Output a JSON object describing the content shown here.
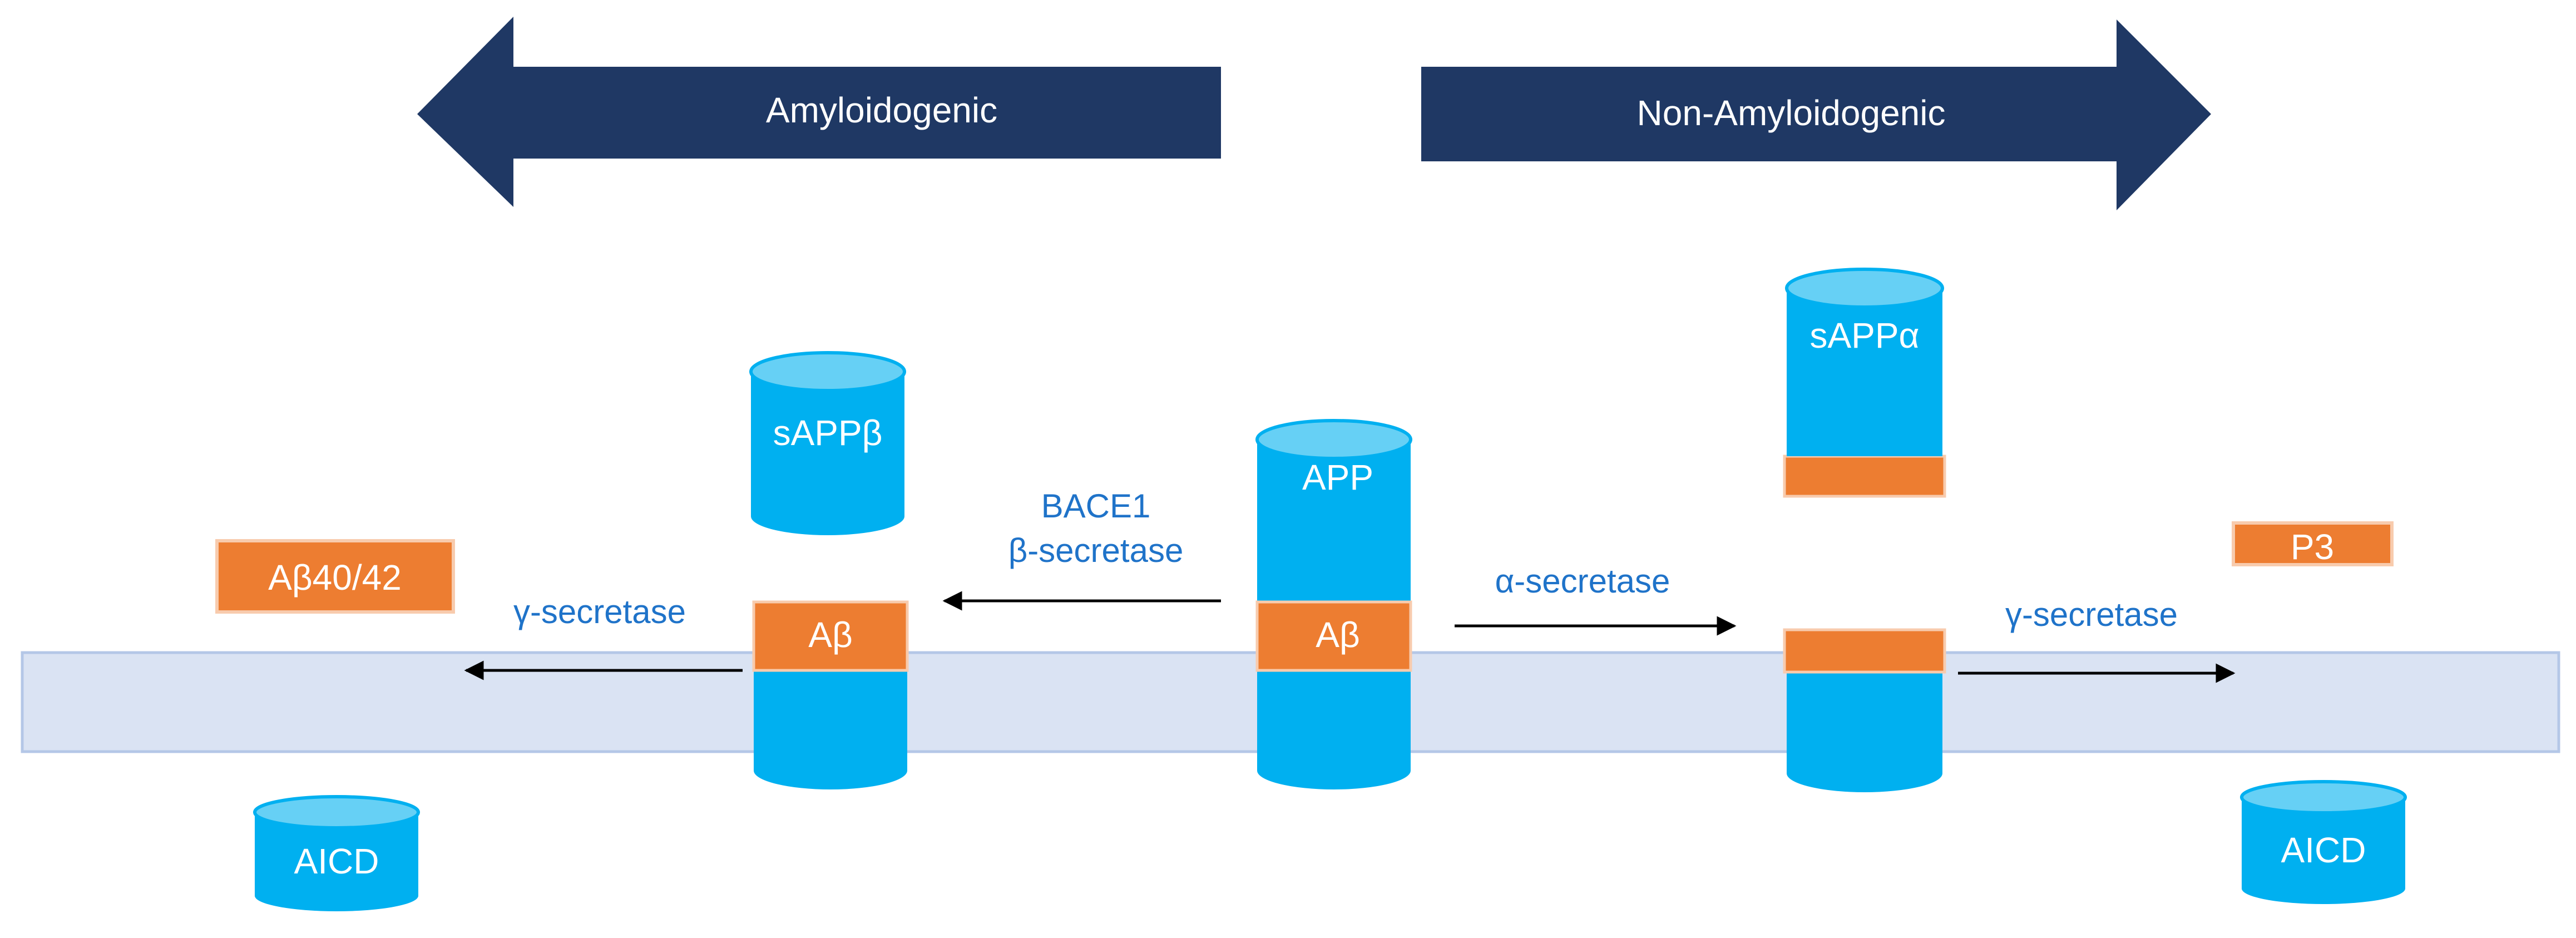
{
  "header": {
    "left_arrow_label": "Amyloidogenic",
    "right_arrow_label": "Non-Amyloidogenic"
  },
  "center": {
    "app_label": "APP",
    "abeta_label": "Aβ",
    "bace1_label": "BACE1",
    "beta_secretase_label": "β-secretase",
    "alpha_secretase_label": "α-secretase"
  },
  "amyloidogenic": {
    "sapp_beta_label": "sAPPβ",
    "abeta_label": "Aβ",
    "gamma_secretase_label": "γ-secretase",
    "abeta_product_label": "Aβ40/42",
    "aicd_label": "AICD"
  },
  "non_amyloidogenic": {
    "sapp_alpha_label": "sAPPα",
    "gamma_secretase_label": "γ-secretase",
    "p3_label": "P3",
    "aicd_label": "AICD"
  },
  "colors": {
    "header_arrow": "#1f3864",
    "cylinder_body": "#00b0f0",
    "cylinder_top": "#66d0f5",
    "abeta_segment": "#ed7d31",
    "membrane": "#dae3f3",
    "enzyme_text": "#1f73c9"
  }
}
